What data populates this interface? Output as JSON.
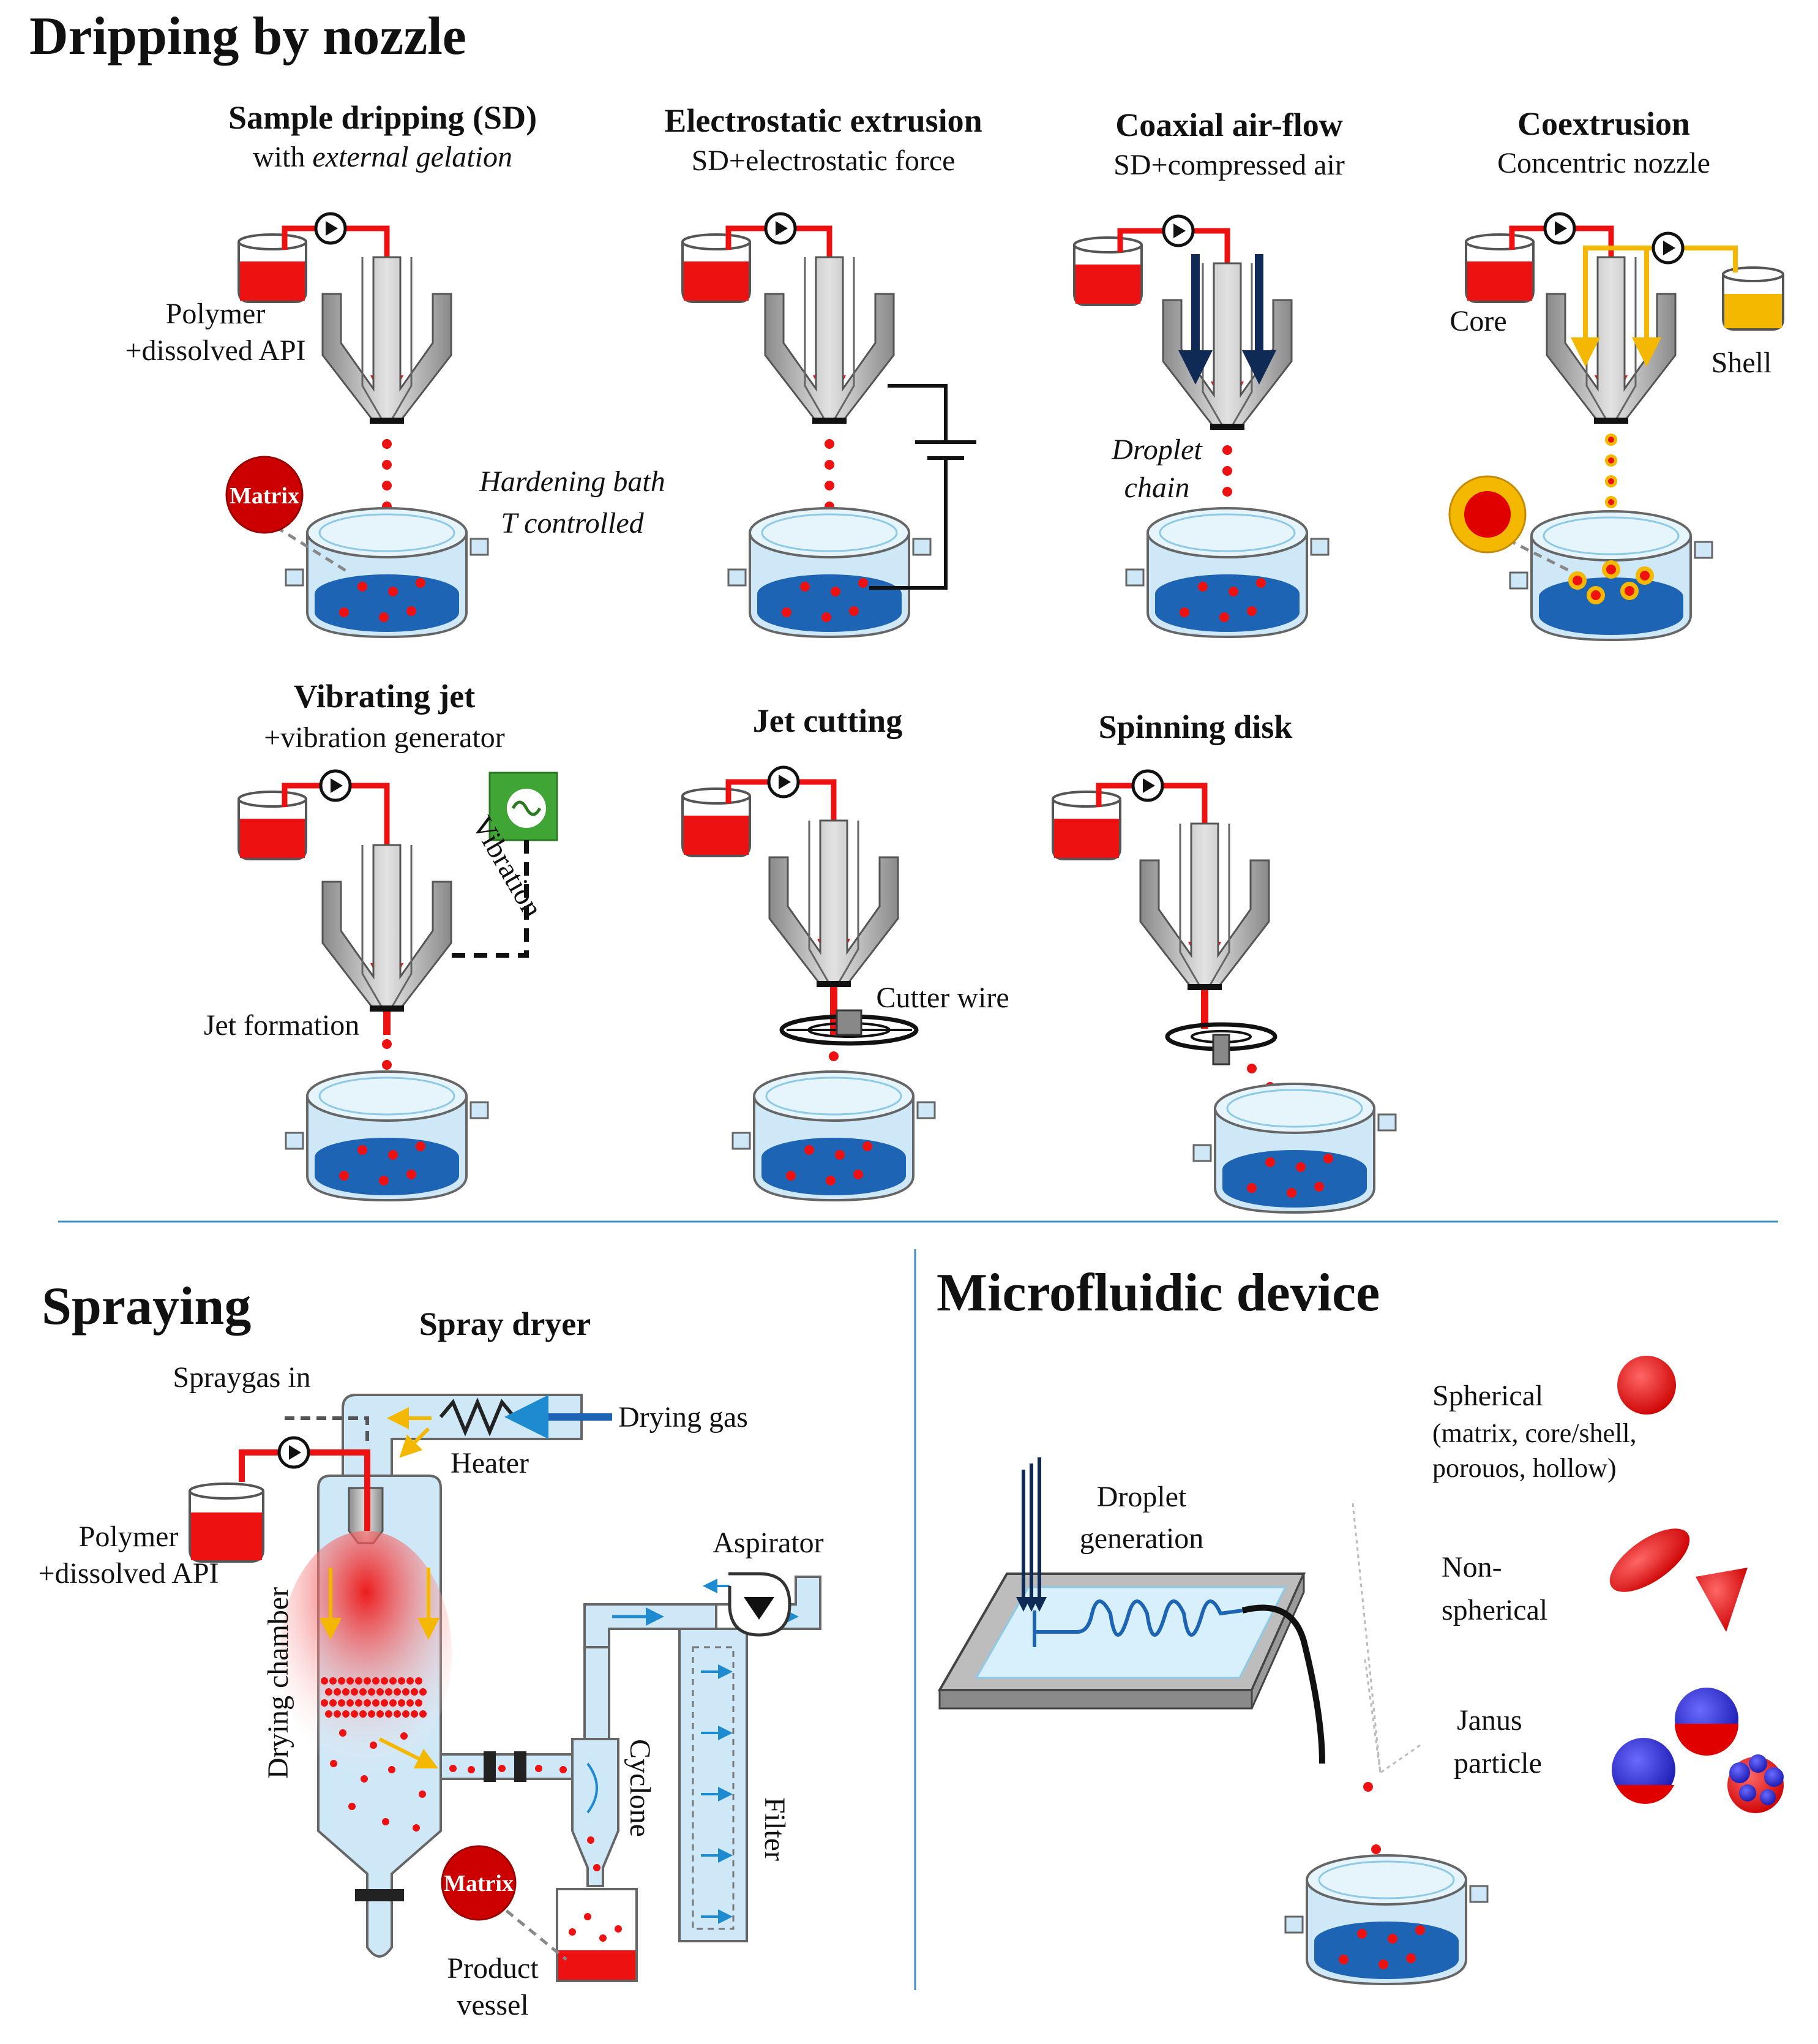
{
  "sections": {
    "dripping": "Dripping by nozzle",
    "spraying": "Spraying",
    "microfluidic": "Microfluidic device"
  },
  "methods": {
    "sd": {
      "title": "Sample dripping (SD)",
      "sub_pre": "with ",
      "sub_em": "external gelation"
    },
    "electro": {
      "title": "Electrostatic extrusion",
      "sub": "SD+electrostatic force"
    },
    "coaxial": {
      "title": "Coaxial air-flow",
      "sub": "SD+compressed air"
    },
    "coext": {
      "title": "Coextrusion",
      "sub": "Concentric nozzle"
    },
    "vib": {
      "title": "Vibrating jet",
      "sub": "+vibration generator"
    },
    "jet": {
      "title": "Jet cutting"
    },
    "spin": {
      "title": "Spinning disk"
    },
    "spray": {
      "title": "Spray dryer"
    }
  },
  "labels": {
    "polymer": "Polymer",
    "dissolved_api": "+dissolved API",
    "matrix": "Matrix",
    "hardening_bath": "Hardening bath",
    "t_controlled": "T controlled",
    "droplet": "Droplet",
    "chain": "chain",
    "core": "Core",
    "shell": "Shell",
    "vibration": "Vibration",
    "jet_formation": "Jet formation",
    "cutter_wire": "Cutter wire",
    "spraygas_in": "Spraygas in",
    "drying_gas": "Drying gas",
    "heater": "Heater",
    "aspirator": "Aspirator",
    "drying_chamber": "Drying chamber",
    "cyclone": "Cyclone",
    "filter": "Filter",
    "product": "Product",
    "vessel": "vessel",
    "droplet_gen_1": "Droplet",
    "droplet_gen_2": "generation",
    "spherical": "Spherical",
    "spherical_detail_1": "(matrix, core/shell,",
    "spherical_detail_2": "porouos, hollow)",
    "non": "Non-",
    "spherical2": "spherical",
    "janus": "Janus",
    "particle": "particle"
  },
  "colors": {
    "red": "#ee1111",
    "dark_red": "#cc0000",
    "blue_bath": "#1e64b4",
    "light_blue": "#cfe8f7",
    "steel": "#a8a8a8",
    "navy": "#0f2a55",
    "gold": "#f5b800",
    "divider": "#3a8fc0"
  }
}
